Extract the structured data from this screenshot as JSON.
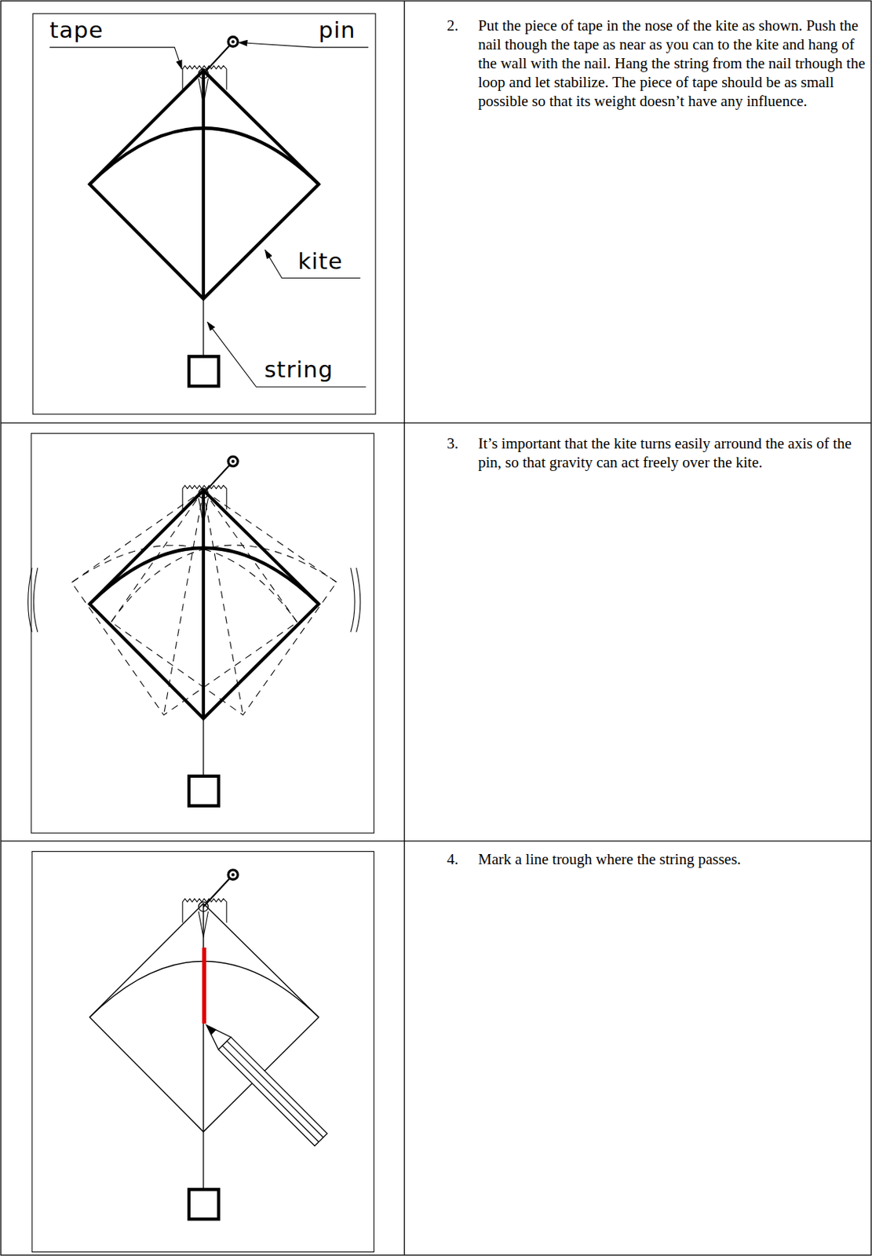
{
  "diagram": {
    "labels": [
      "tape",
      "pin",
      "kite",
      "string",
      "2.",
      "Put the piece of tape in the nose of the kite as shown. Push the nail though the tape as near as you can to the kite and hang of the wall with the nail. Hang the string from the nail trhough the loop and let stabilize. The piece of tape should be as small possible so that its weight doesn’t have any influence.",
      "3.",
      "It’s important that the kite turns easily arround the axis of the pin, so that gravity can act freely over the kite.",
      "4.",
      "Mark a line trough where the string passes."
    ]
  }
}
